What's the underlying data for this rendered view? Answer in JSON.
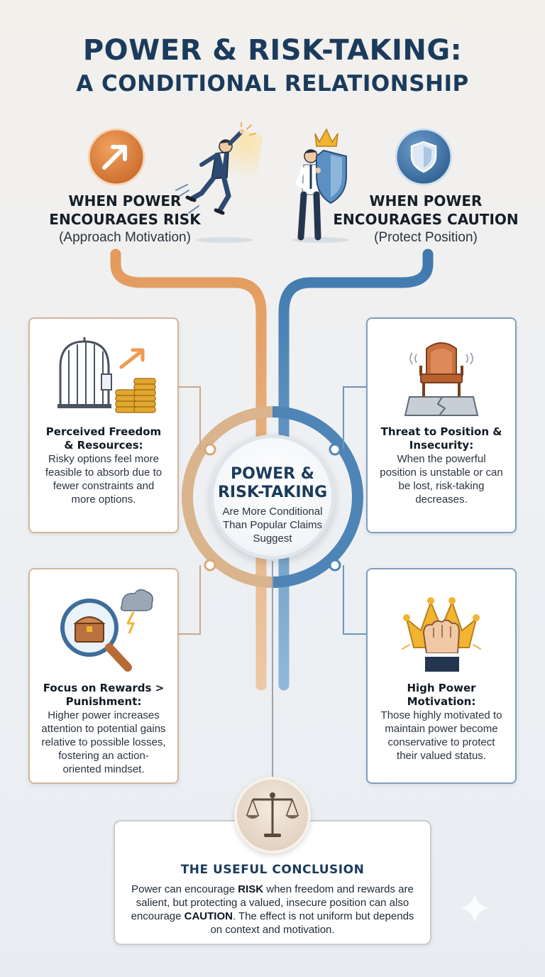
{
  "title": {
    "line1": "POWER & RISK-TAKING:",
    "line2": "A CONDITIONAL RELATIONSHIP"
  },
  "left_branch": {
    "heading": "WHEN POWER ENCOURAGES RISK",
    "subheading": "(Approach Motivation)",
    "badge_icon": "arrow-up-right-icon",
    "figure_icon": "leaping-businessman-icon",
    "color": "#e08a45"
  },
  "right_branch": {
    "heading": "WHEN POWER ENCOURAGES CAUTION",
    "subheading": "(Protect Position)",
    "badge_icon": "shield-icon",
    "figure_icon": "businessman-with-shield-and-crown-icon",
    "color": "#3f78ad"
  },
  "hub": {
    "title": "POWER & RISK-TAKING",
    "subtitle": "Are More Conditional Than Popular Claims Suggest"
  },
  "cards": [
    {
      "title": "Perceived Freedom & Resources:",
      "body": "Risky options feel more feasible to absorb due to fewer constraints and more options.",
      "icon": "open-cage-and-coins-icon"
    },
    {
      "title": "Threat to Position & Insecurity:",
      "body": "When the powerful position is unstable or can be lost, risk-taking decreases.",
      "icon": "throne-on-cracked-pedestal-icon"
    },
    {
      "title": "Focus on Rewards > Punishment:",
      "body": "Higher power increases attention to potential gains relative to possible losses, fostering an action-oriented mindset.",
      "icon": "magnifier-treasure-chest-storm-icon"
    },
    {
      "title": "High Power Motivation:",
      "body": "Those highly motivated to maintain power become conservative to protect their valued status.",
      "icon": "fist-holding-crown-icon"
    }
  ],
  "conclusion": {
    "heading": "THE USEFUL CONCLUSION",
    "body_part1": "Power can encourage ",
    "emphasis1": "RISK",
    "body_part2": " when freedom and rewards are salient, but protecting a valued, insecure position can also encourage ",
    "emphasis2": "CAUTION",
    "body_part3": ". The effect is not uniform but depends on context and motivation.",
    "icon": "balance-scale-icon"
  }
}
